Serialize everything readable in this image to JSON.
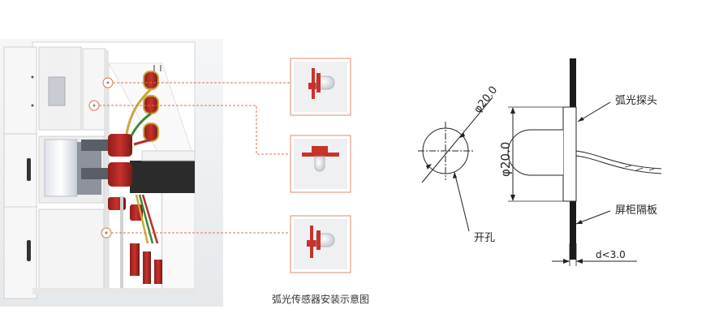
{
  "caption": "弧光传感器安装示意图",
  "labels": {
    "probe": "弧光探头",
    "partition": "屏柜隔板",
    "hole": "开孔",
    "hole_dim": "φ20.0",
    "height_dim": "φ20.0",
    "gap_dim": "d<3.0"
  },
  "colors": {
    "callout_line": "#d9734e",
    "callout_border": "#e08a72",
    "cabinet_frame": "#d8d8d8",
    "busbar_red": "#b3302a",
    "probe_red": "#c8322b"
  }
}
